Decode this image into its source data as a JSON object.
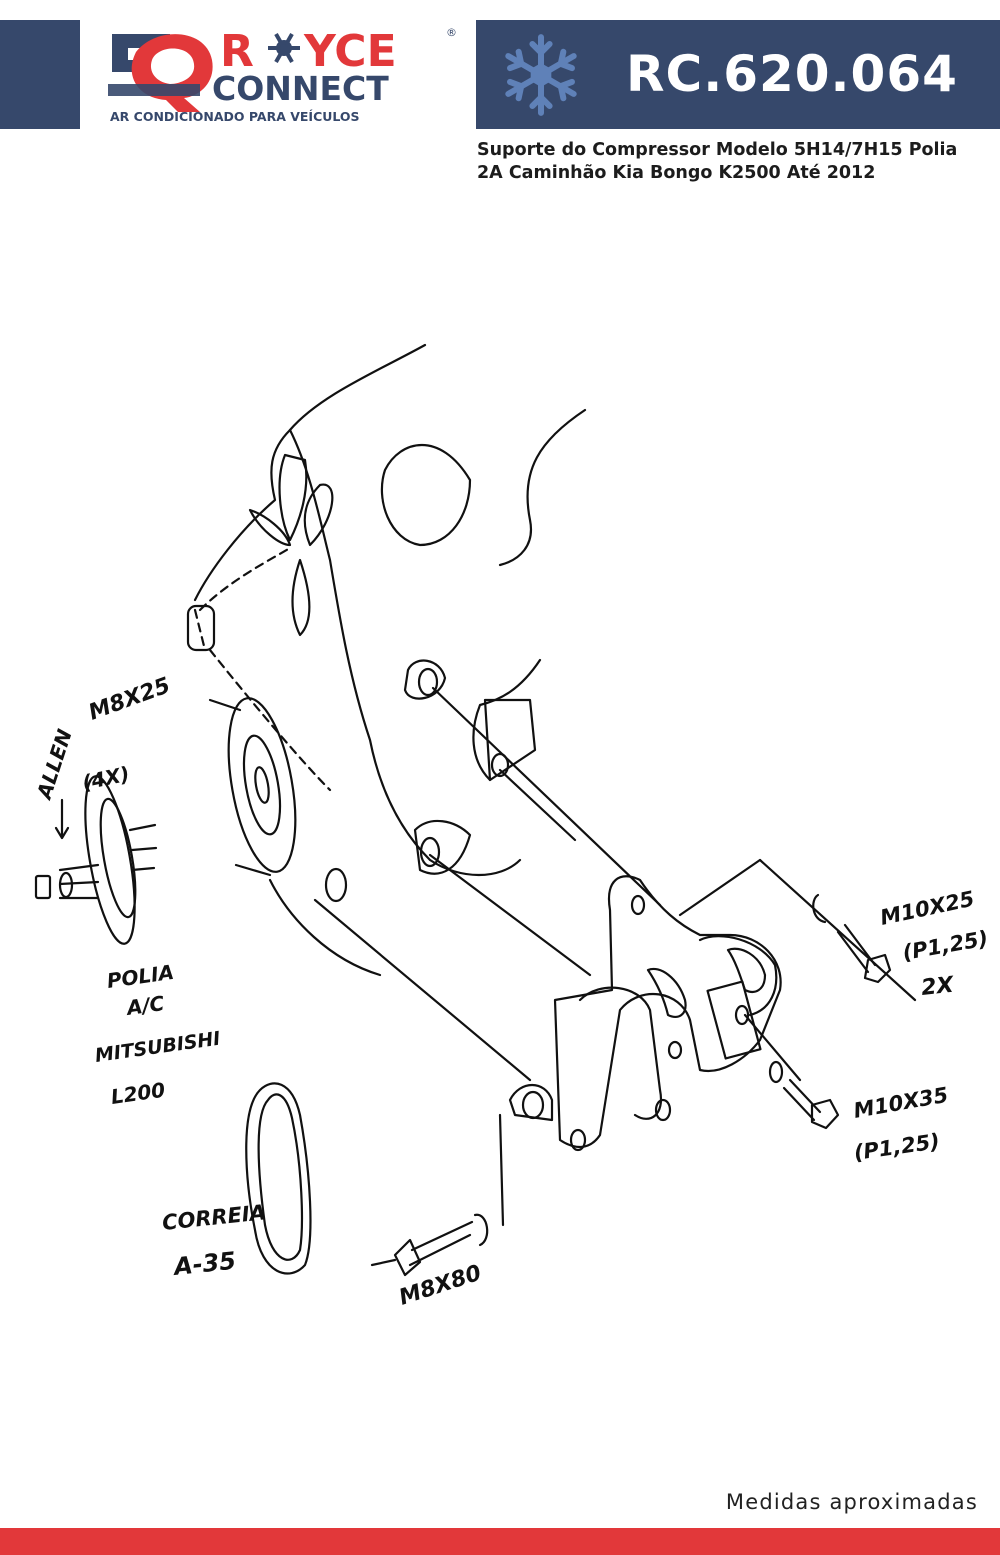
{
  "brand": {
    "name_part1": "R",
    "name_part2": "YCE",
    "name_line2": "CONNECT",
    "tagline": "AR CONDICIONADO PARA VEÍCULOS",
    "registered_mark": "®",
    "colors": {
      "navy": "#36486b",
      "red": "#e2383a",
      "ice_blue": "#5f81b8"
    }
  },
  "header": {
    "product_code": "RC.620.064",
    "icon": "snowflake-icon"
  },
  "subtitle": {
    "line1": "Suporte do Compressor Modelo 5H14/7H15 Polia",
    "line2": "2A Caminhão Kia Bongo K2500 Até 2012"
  },
  "drawing": {
    "labels": {
      "m8x25": "M8X25",
      "allen": "ALLEN",
      "allen_qty": "(4X)",
      "polia1": "POLIA",
      "polia2": "A/C",
      "polia3": "MITSUBISHI",
      "polia4": "L200",
      "m10x25": "M10X25",
      "p125a": "(P1,25)",
      "qty2x": "2X",
      "m10x35": "M10X35",
      "p125b": "(P1,25)",
      "correia": "CORREIA",
      "a35": "A-35",
      "m8x80": "M8X80"
    }
  },
  "footer": {
    "note": "Medidas aproximadas"
  }
}
